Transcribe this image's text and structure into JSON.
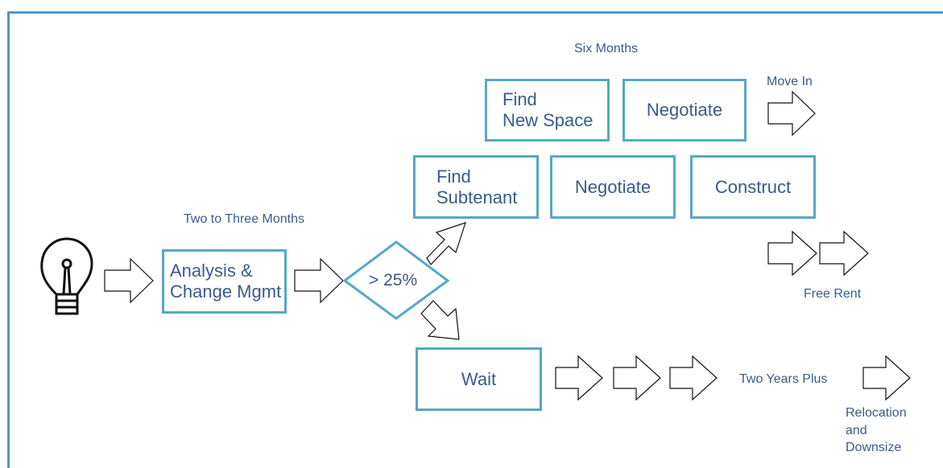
{
  "labels": {
    "two_to_three_months": "Two to Three Months",
    "six_months": "Six Months",
    "move_in": "Move In",
    "free_rent": "Free Rent",
    "two_years_plus": "Two Years Plus",
    "relocation_and_downsize": "Relocation\nand\nDownsize"
  },
  "boxes": {
    "analysis": "Analysis &\nChange Mgmt",
    "threshold": "> 25%",
    "find_new_space": "Find\nNew Space",
    "negotiate_top": "Negotiate",
    "find_subtenant": "Find\nSubtenant",
    "negotiate_mid": "Negotiate",
    "construct": "Construct",
    "wait": "Wait"
  },
  "icons": {
    "start": "lightbulb-icon"
  },
  "colors": {
    "border": "#55a8c6",
    "text": "#3a5a8c"
  }
}
